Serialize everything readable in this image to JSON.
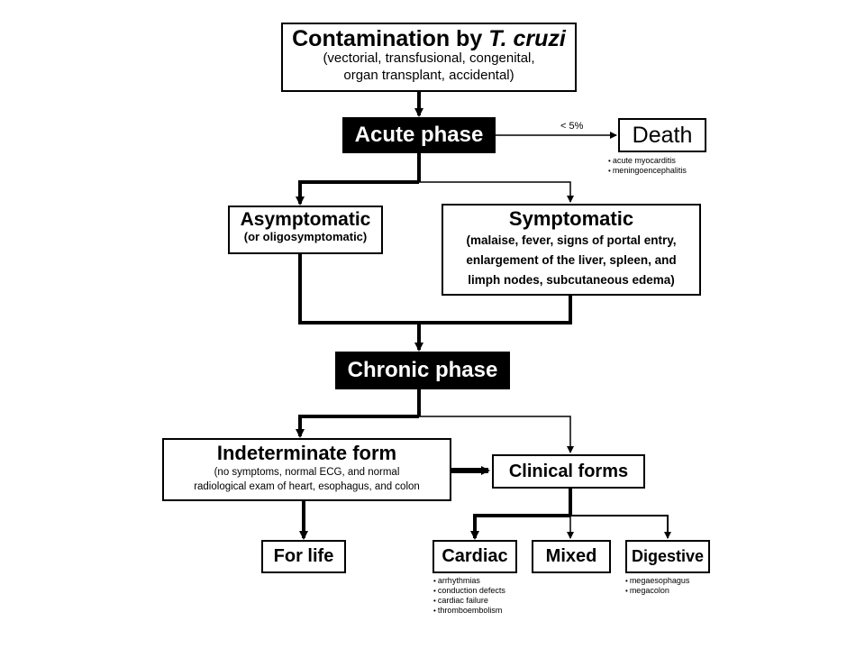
{
  "contamination": {
    "title_prefix": "Contamination by ",
    "title_italic": "T. cruzi",
    "detail_line1": "(vectorial, transfusional, congenital,",
    "detail_line2": "organ transplant, accidental)"
  },
  "acute_phase": {
    "label": "Acute phase"
  },
  "death": {
    "label": "Death",
    "edge_label": "< 5%",
    "causes": [
      "acute myocarditis",
      "meningoencephalitis"
    ]
  },
  "asymptomatic": {
    "label": "Asymptomatic",
    "detail": "(or oligosymptomatic)"
  },
  "symptomatic": {
    "label": "Symptomatic",
    "detail_line1": "(malaise, fever, signs of portal entry,",
    "detail_line2": "enlargement of the liver, spleen, and",
    "detail_line3": "limph nodes, subcutaneous edema)"
  },
  "chronic_phase": {
    "label": "Chronic phase"
  },
  "indeterminate": {
    "label": "Indeterminate form",
    "detail_line1": "(no symptoms, normal ECG, and normal",
    "detail_line2": "radiological exam of heart, esophagus, and colon"
  },
  "clinical_forms": {
    "label": "Clinical forms"
  },
  "for_life": {
    "label": "For life"
  },
  "cardiac": {
    "label": "Cardiac",
    "items": [
      "arrhythmias",
      "conduction defects",
      "cardiac failure",
      "thromboembolism"
    ]
  },
  "mixed": {
    "label": "Mixed"
  },
  "digestive": {
    "label": "Digestive",
    "items": [
      "megaesophagus",
      "megacolon"
    ]
  }
}
